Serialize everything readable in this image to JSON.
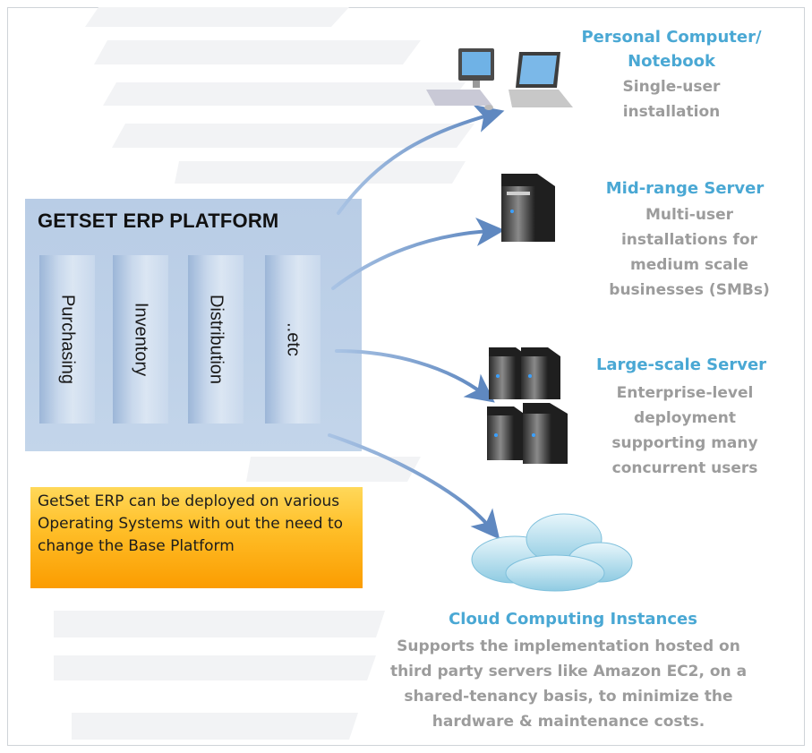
{
  "platform": {
    "title": "GETSET ERP PLATFORM",
    "modules": [
      "Purchasing",
      "Inventory",
      "Distribution",
      "..etc"
    ]
  },
  "note": "GetSet ERP can be deployed on various Operating Systems with out the need to change the Base Platform",
  "targets": {
    "pc": {
      "heading_line1": "Personal Computer/",
      "heading_line2": "Notebook",
      "desc_line1": "Single-user",
      "desc_line2": "installation"
    },
    "midrange": {
      "heading": "Mid-range Server",
      "desc_line1": "Multi-user",
      "desc_line2": "installations for",
      "desc_line3": "medium scale",
      "desc_line4": "businesses (SMBs)"
    },
    "large": {
      "heading": "Large-scale Server",
      "desc_line1": "Enterprise-level",
      "desc_line2": "deployment",
      "desc_line3": "supporting many",
      "desc_line4": "concurrent users"
    },
    "cloud": {
      "heading": "Cloud Computing Instances",
      "desc_line1": "Supports the implementation hosted on",
      "desc_line2": "third party servers like Amazon EC2, on a",
      "desc_line3": "shared-tenancy basis, to minimize the",
      "desc_line4": "hardware & maintenance costs."
    }
  },
  "colors": {
    "heading": "#4aa8d4",
    "description": "#9c9c9c",
    "arrow": "#6f96c8",
    "platform": "#bed1e8",
    "note": "#ffc02a"
  },
  "icons": [
    "desktop-computer-icon",
    "laptop-icon",
    "server-tower-icon",
    "server-cluster-icon",
    "cloud-icon"
  ]
}
